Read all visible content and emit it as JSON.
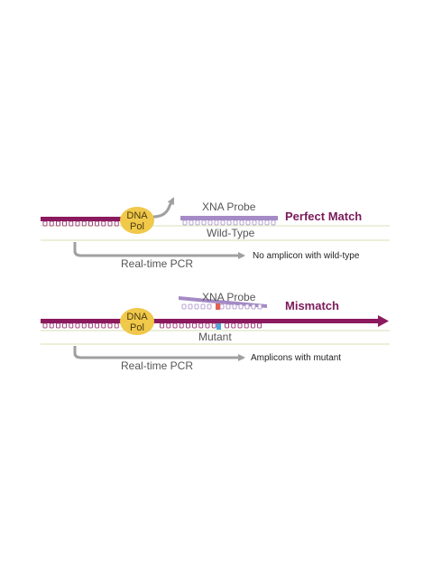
{
  "panels": {
    "wild_type": {
      "polymerase_label_line1": "DNA",
      "polymerase_label_line2": "Pol",
      "probe_label": "XNA Probe",
      "match_label": "Perfect Match",
      "template_label": "Wild-Type",
      "pcr_label": "Real-time PCR",
      "result_label": "No amplicon with wild-type"
    },
    "mutant": {
      "polymerase_label_line1": "DNA",
      "polymerase_label_line2": "Pol",
      "probe_label": "XNA Probe",
      "match_label": "Mismatch",
      "template_label": "Mutant",
      "pcr_label": "Real-time PCR",
      "result_label": "Amplicons with mutant"
    }
  },
  "colors": {
    "dna_strand": "#8b1a5e",
    "xna_probe": "#a58bc6",
    "polymerase": "#f0c84a",
    "arrow_gray": "#a0a0a0",
    "template_line": "#dde8c4",
    "mismatch_red": "#e06055",
    "mismatch_blue": "#4aa8dc",
    "label_purple": "#7b1a5a"
  }
}
